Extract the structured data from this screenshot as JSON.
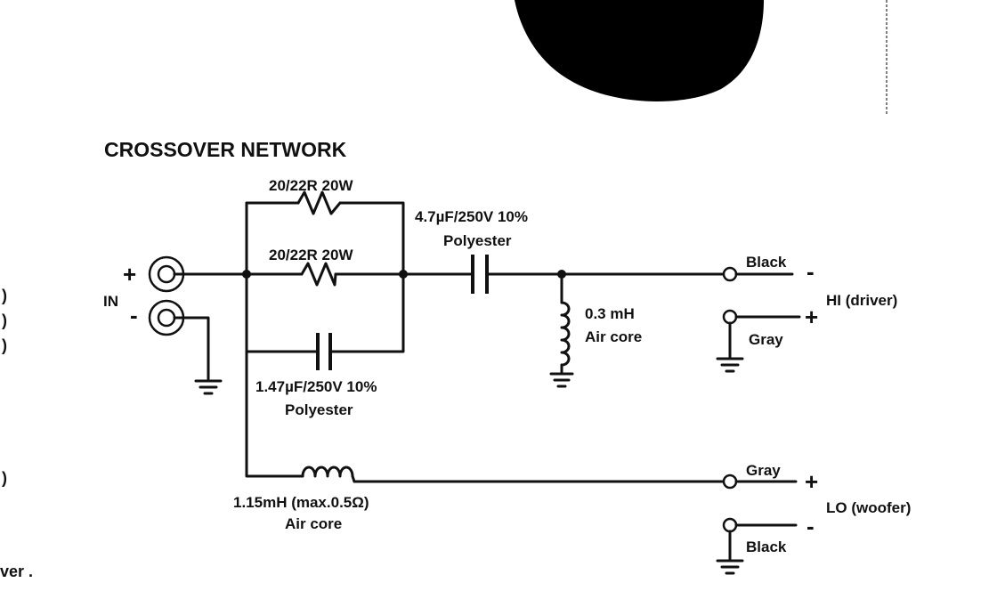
{
  "title": "CROSSOVER NETWORK",
  "input": {
    "label": "IN",
    "plus": "+",
    "minus": "-"
  },
  "components": {
    "r1": {
      "value": "20/22R 20W"
    },
    "r2": {
      "value": "20/22R 20W"
    },
    "c_bypass": {
      "value": "1.47µF/250V 10%",
      "type": "Polyester"
    },
    "c_series": {
      "value": "4.7µF/250V 10%",
      "type": "Polyester"
    },
    "l_shunt": {
      "value": "0.3 mH",
      "type": "Air core"
    },
    "l_woofer": {
      "value": "1.15mH (max.0.5Ω)",
      "type": "Air core"
    }
  },
  "outputs": {
    "hi": {
      "label": "HI (driver)",
      "top_wire": "Black",
      "top_sign": "-",
      "bottom_wire": "Gray",
      "bottom_sign": "+"
    },
    "lo": {
      "label": "LO (woofer)",
      "top_wire": "Gray",
      "top_sign": "+",
      "bottom_wire": "Black",
      "bottom_sign": "-"
    }
  },
  "margin_text": {
    "fragment": "ver .",
    "marks": [
      ")",
      ")",
      ")",
      ")"
    ]
  }
}
